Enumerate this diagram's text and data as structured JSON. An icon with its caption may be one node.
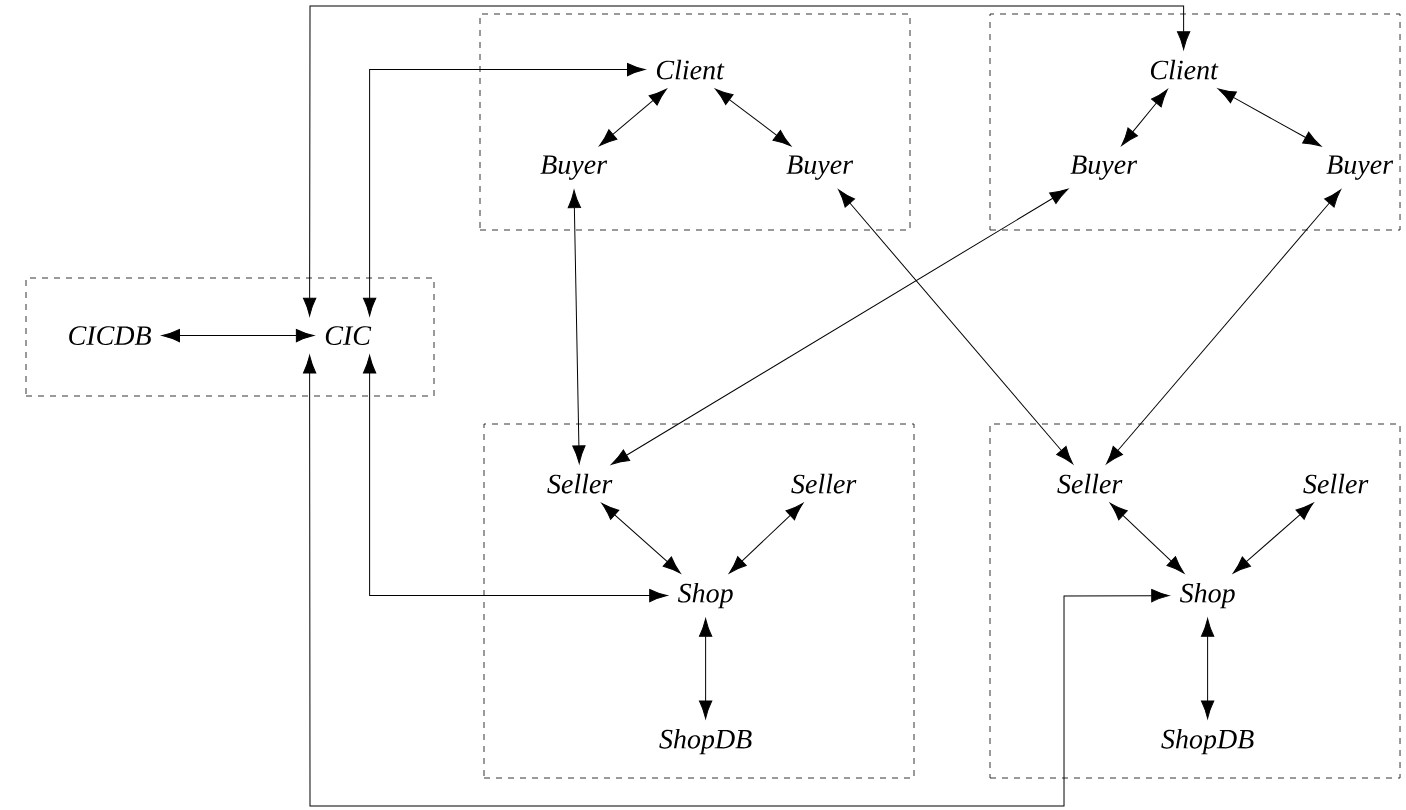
{
  "diagram": {
    "nodes": [
      {
        "text": [],
        "shape": "box"
      },
      {
        "text": [
          "Client"
        ],
        "in": 0
      },
      {
        "text": [
          "Buyer"
        ],
        "in": 0
      },
      {
        "text": [
          "Buyer"
        ],
        "in": 0
      },
      {
        "text": [],
        "shape": "box"
      },
      {
        "text": [
          "Client"
        ],
        "in": 4
      },
      {
        "text": [
          "Buyer"
        ],
        "in": 4
      },
      {
        "text": [
          "Buyer"
        ],
        "in": 4
      },
      {
        "text": [],
        "shape": "box"
      },
      {
        "text": [
          "CICDB"
        ],
        "in": 8
      },
      {
        "text": [
          "CIC"
        ],
        "in": 8
      },
      {
        "text": [],
        "shape": "box"
      },
      {
        "text": [
          "Seller"
        ],
        "in": 11
      },
      {
        "text": [
          "Seller"
        ],
        "in": 11
      },
      {
        "text": [
          "Shop"
        ],
        "in": 11
      },
      {
        "text": [
          "ShopDB"
        ],
        "in": 11
      },
      {
        "text": [],
        "shape": "box"
      },
      {
        "text": [
          "Seller"
        ],
        "in": 16
      },
      {
        "text": [
          "Seller"
        ],
        "in": 16
      },
      {
        "text": [
          "Shop"
        ],
        "in": 16
      },
      {
        "text": [
          "ShopDB"
        ],
        "in": 16
      }
    ],
    "edges": [
      {
        "from": 9,
        "to": 10,
        "arrow": "both"
      },
      {
        "from": 10,
        "to": 1,
        "arrow": "both"
      },
      {
        "from": 10,
        "to": 5,
        "arrow": "both"
      },
      {
        "from": 10,
        "to": 14,
        "arrow": "both"
      },
      {
        "from": 10,
        "to": 19,
        "arrow": "both"
      },
      {
        "from": 1,
        "to": 2,
        "arrow": "both"
      },
      {
        "from": 1,
        "to": 3,
        "arrow": "both"
      },
      {
        "from": 5,
        "to": 6,
        "arrow": "both"
      },
      {
        "from": 5,
        "to": 7,
        "arrow": "both"
      },
      {
        "from": 2,
        "to": 12,
        "arrow": "both"
      },
      {
        "from": 3,
        "to": 17,
        "arrow": "both"
      },
      {
        "from": 6,
        "to": 12,
        "arrow": "both"
      },
      {
        "from": 7,
        "to": 17,
        "arrow": "both"
      },
      {
        "from": 12,
        "to": 14,
        "arrow": "both"
      },
      {
        "from": 13,
        "to": 14,
        "arrow": "both"
      },
      {
        "from": 14,
        "to": 15,
        "arrow": "both"
      },
      {
        "from": 17,
        "to": 19,
        "arrow": "both"
      },
      {
        "from": 18,
        "to": 19,
        "arrow": "both"
      },
      {
        "from": 19,
        "to": 20,
        "arrow": "both"
      }
    ]
  }
}
